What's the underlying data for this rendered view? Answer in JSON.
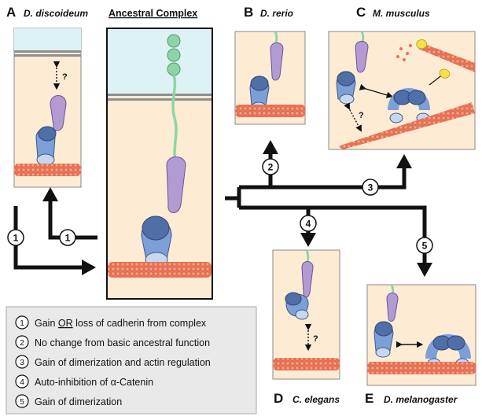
{
  "panels": {
    "A": {
      "letter": "A",
      "species": "D. discoideum"
    },
    "ancestral": {
      "title": "Ancestral Complex"
    },
    "B": {
      "letter": "B",
      "species": "D. rerio"
    },
    "C": {
      "letter": "C",
      "species": "M. musculus"
    },
    "D": {
      "letter": "D",
      "species": "C. elegans"
    },
    "E": {
      "letter": "E",
      "species": "D. melanogaster"
    }
  },
  "arrow_numbers": {
    "one_a": "1",
    "one_b": "1",
    "two": "2",
    "three": "3",
    "four": "4",
    "five": "5"
  },
  "question_marks": {
    "a": "?",
    "c": "?",
    "d": "?"
  },
  "legend": {
    "items": [
      {
        "num": "1",
        "pre": "Gain ",
        "underlined": "OR",
        "post": " loss of cadherin from complex"
      },
      {
        "num": "2",
        "pre": "No change from basic ancestral function",
        "underlined": "",
        "post": ""
      },
      {
        "num": "3",
        "pre": "Gain of dimerization and actin regulation",
        "underlined": "",
        "post": ""
      },
      {
        "num": "4",
        "pre": "Auto-inhibition of α-Catenin",
        "underlined": "",
        "post": ""
      },
      {
        "num": "5",
        "pre": "Gain of dimerization",
        "underlined": "",
        "post": ""
      }
    ]
  },
  "colors": {
    "cell_bg": "#fdebd4",
    "outside_bg": "#dcf2f4",
    "membrane": "#8f8f8f",
    "actin": "#f07e5f",
    "cadherin_green": "#8fd4a8",
    "purple": "#b39ad3",
    "blue_dark": "#4f6fa6",
    "blue_mid": "#7c9fd8",
    "blue_light": "#c7d7f0",
    "arrow": "#111111",
    "legend_bg": "#e9e9e9"
  }
}
